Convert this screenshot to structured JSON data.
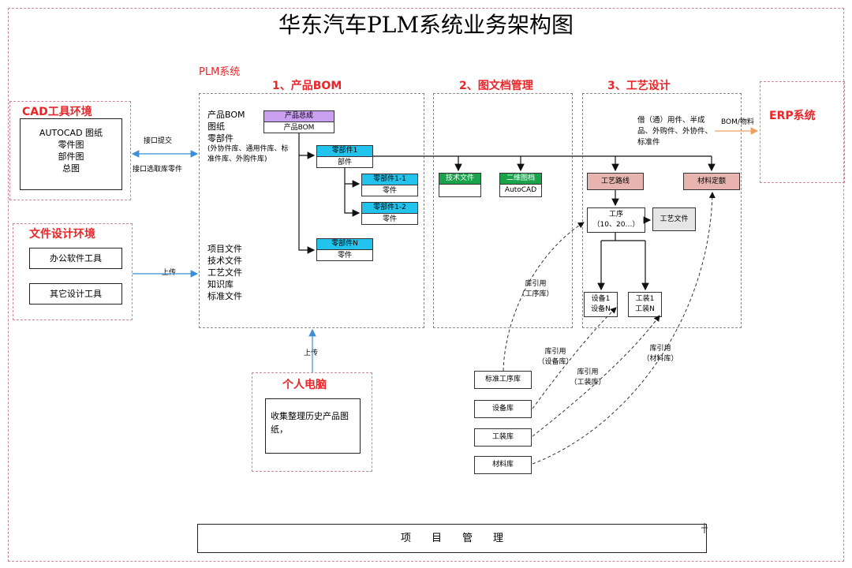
{
  "title": "华东汽车PLM系统业务架构图",
  "plm_label": "PLM系统",
  "sections": {
    "bom": "1、产品BOM",
    "docs": "2、图文档管理",
    "process": "3、工艺设计"
  },
  "cad_env": {
    "title": "CAD工具环境",
    "items": [
      "AUTOCAD 图纸",
      "零件图",
      "部件图",
      "总图"
    ]
  },
  "file_env": {
    "title": "文件设计环境",
    "tools": [
      "办公软件工具",
      "其它设计工具"
    ]
  },
  "pc": {
    "title": "个人电脑",
    "text": "收集整理历史产品图纸，"
  },
  "erp": {
    "title": "ERP系统"
  },
  "arrows": {
    "submit": "接口提交",
    "select": "接口选取库零件",
    "upload_left": "上传",
    "upload_bottom": "上传",
    "bom_material": "BOM/物料"
  },
  "bom_left_text": [
    "产品BOM",
    "图纸",
    "零部件",
    "(外协件库、通用件库、标准件库、外购件库)"
  ],
  "bom_left_text2": [
    "项目文件",
    "技术文件",
    "工艺文件",
    "知识库",
    "标准文件"
  ],
  "bom_tree": {
    "root": {
      "head": "产品总成",
      "body": "产品BOM",
      "color": "#c9a0f0"
    },
    "part1": {
      "head": "零部件1",
      "body": "部件",
      "color": "#22c4ee"
    },
    "part11": {
      "head": "零部件1-1",
      "body": "零件",
      "color": "#22c4ee"
    },
    "part12": {
      "head": "零部件1-2",
      "body": "零件",
      "color": "#22c4ee"
    },
    "partN": {
      "head": "零部件N",
      "body": "零件",
      "color": "#22c4ee"
    }
  },
  "docs": {
    "tech": {
      "head": "技术文件",
      "body": "",
      "color": "#1aa34a"
    },
    "cad2d": {
      "head": "二维图档",
      "body": "AutoCAD",
      "color": "#1aa34a"
    }
  },
  "process": {
    "route": "工艺路线",
    "material_quota": "材料定额",
    "procedure": "工序",
    "procedure_sub": "（10、20…）",
    "proc_file": "工艺文件",
    "equip": [
      "设备1",
      "设备N"
    ],
    "tooling": [
      "工装1",
      "工装N"
    ],
    "erp_items": "借（通）用件、半成品、外购件、外协件、标准件",
    "route_color": "#e8b4b0"
  },
  "libs": {
    "items": [
      "标准工序库",
      "设备库",
      "工装库",
      "材料库"
    ],
    "refs": [
      "库引用\n（工序库）",
      "库引用\n（设备库）",
      "库引用\n（工装库）",
      "库引用\n（材料库）"
    ]
  },
  "project_mgmt": "项　　目　　管　　理",
  "colors": {
    "accent_red": "#e8262a",
    "arrow_blue": "#3b8fd6",
    "arrow_orange": "#f0a060"
  }
}
